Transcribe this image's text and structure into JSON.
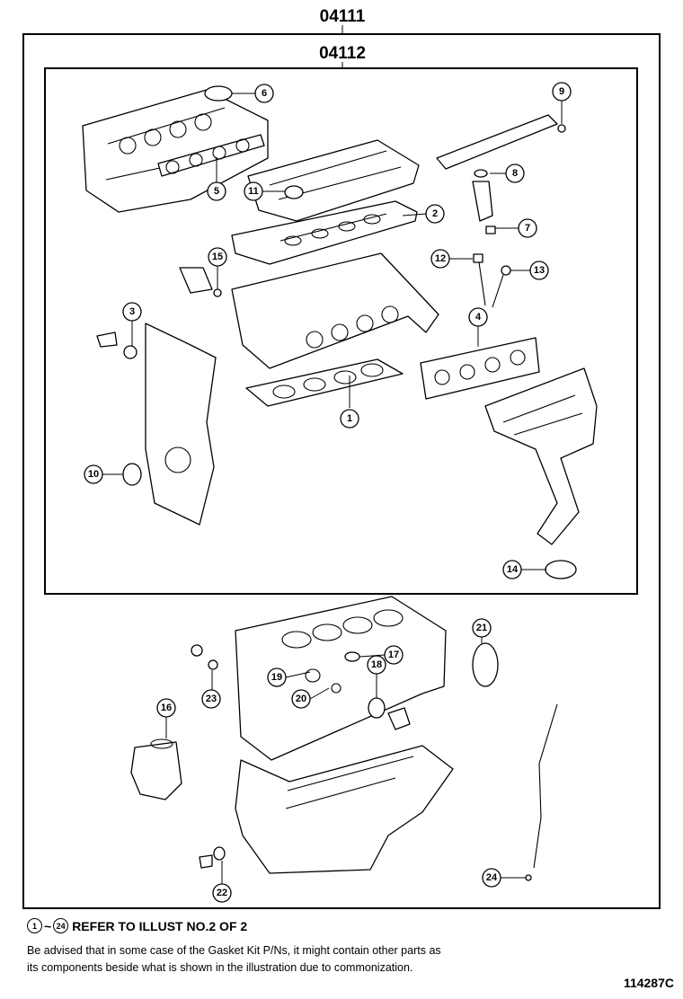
{
  "header": {
    "outer_part_number": "04111",
    "inner_part_number": "04112"
  },
  "callouts": [
    {
      "id": "c1",
      "label": "1"
    },
    {
      "id": "c2",
      "label": "2"
    },
    {
      "id": "c3",
      "label": "3"
    },
    {
      "id": "c4",
      "label": "4"
    },
    {
      "id": "c5",
      "label": "5"
    },
    {
      "id": "c6",
      "label": "6"
    },
    {
      "id": "c7",
      "label": "7"
    },
    {
      "id": "c8",
      "label": "8"
    },
    {
      "id": "c9",
      "label": "9"
    },
    {
      "id": "c10",
      "label": "10"
    },
    {
      "id": "c11",
      "label": "11"
    },
    {
      "id": "c12",
      "label": "12"
    },
    {
      "id": "c13",
      "label": "13"
    },
    {
      "id": "c14",
      "label": "14"
    },
    {
      "id": "c15",
      "label": "15"
    },
    {
      "id": "c16",
      "label": "16"
    },
    {
      "id": "c17",
      "label": "17"
    },
    {
      "id": "c18",
      "label": "18"
    },
    {
      "id": "c19",
      "label": "19"
    },
    {
      "id": "c20",
      "label": "20"
    },
    {
      "id": "c21",
      "label": "21"
    },
    {
      "id": "c22",
      "label": "22"
    },
    {
      "id": "c23",
      "label": "23"
    },
    {
      "id": "c24",
      "label": "24"
    }
  ],
  "footer": {
    "refer_from": "1",
    "tilde": "~",
    "refer_to": "24",
    "refer_text": "REFER TO ILLUST NO.2 OF 2",
    "advisory_line1": "Be advised that in some case of the Gasket Kit P/Ns,  it might contain other parts as",
    "advisory_line2": "its components beside what is shown in the illustration due to commonization.",
    "reference_code": "114287C"
  }
}
